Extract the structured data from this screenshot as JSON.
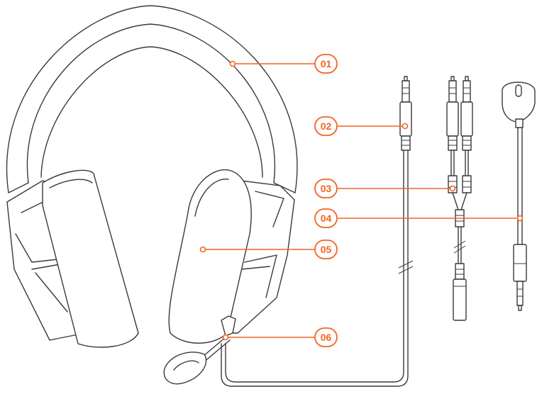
{
  "colors": {
    "outline": "#3a3a3a",
    "callout": "#f26522",
    "background": "#ffffff"
  },
  "callouts": [
    {
      "number": "01"
    },
    {
      "number": "02"
    },
    {
      "number": "03"
    },
    {
      "number": "04"
    },
    {
      "number": "05"
    },
    {
      "number": "06"
    }
  ]
}
